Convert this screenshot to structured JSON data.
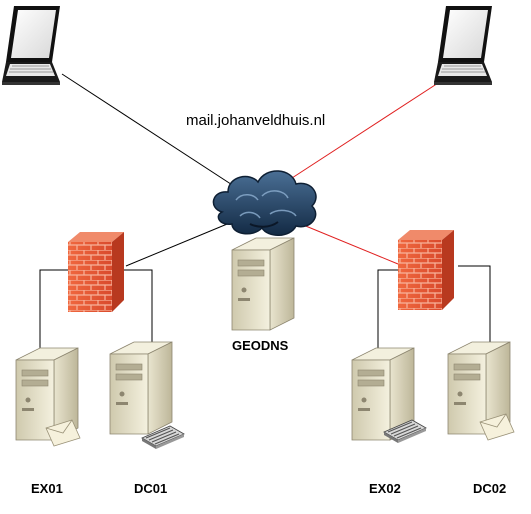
{
  "diagram": {
    "domain_label": "mail.johanveldhuis.nl",
    "nodes": {
      "geodns": "GEODNS",
      "ex01": "EX01",
      "dc01": "DC01",
      "ex02": "EX02",
      "dc02": "DC02"
    },
    "colors": {
      "link_left": "#000000",
      "link_right": "#e02020",
      "cloud": "#1f3a5a",
      "firewall": "#e9573a",
      "server": "#e6e2cc"
    }
  }
}
